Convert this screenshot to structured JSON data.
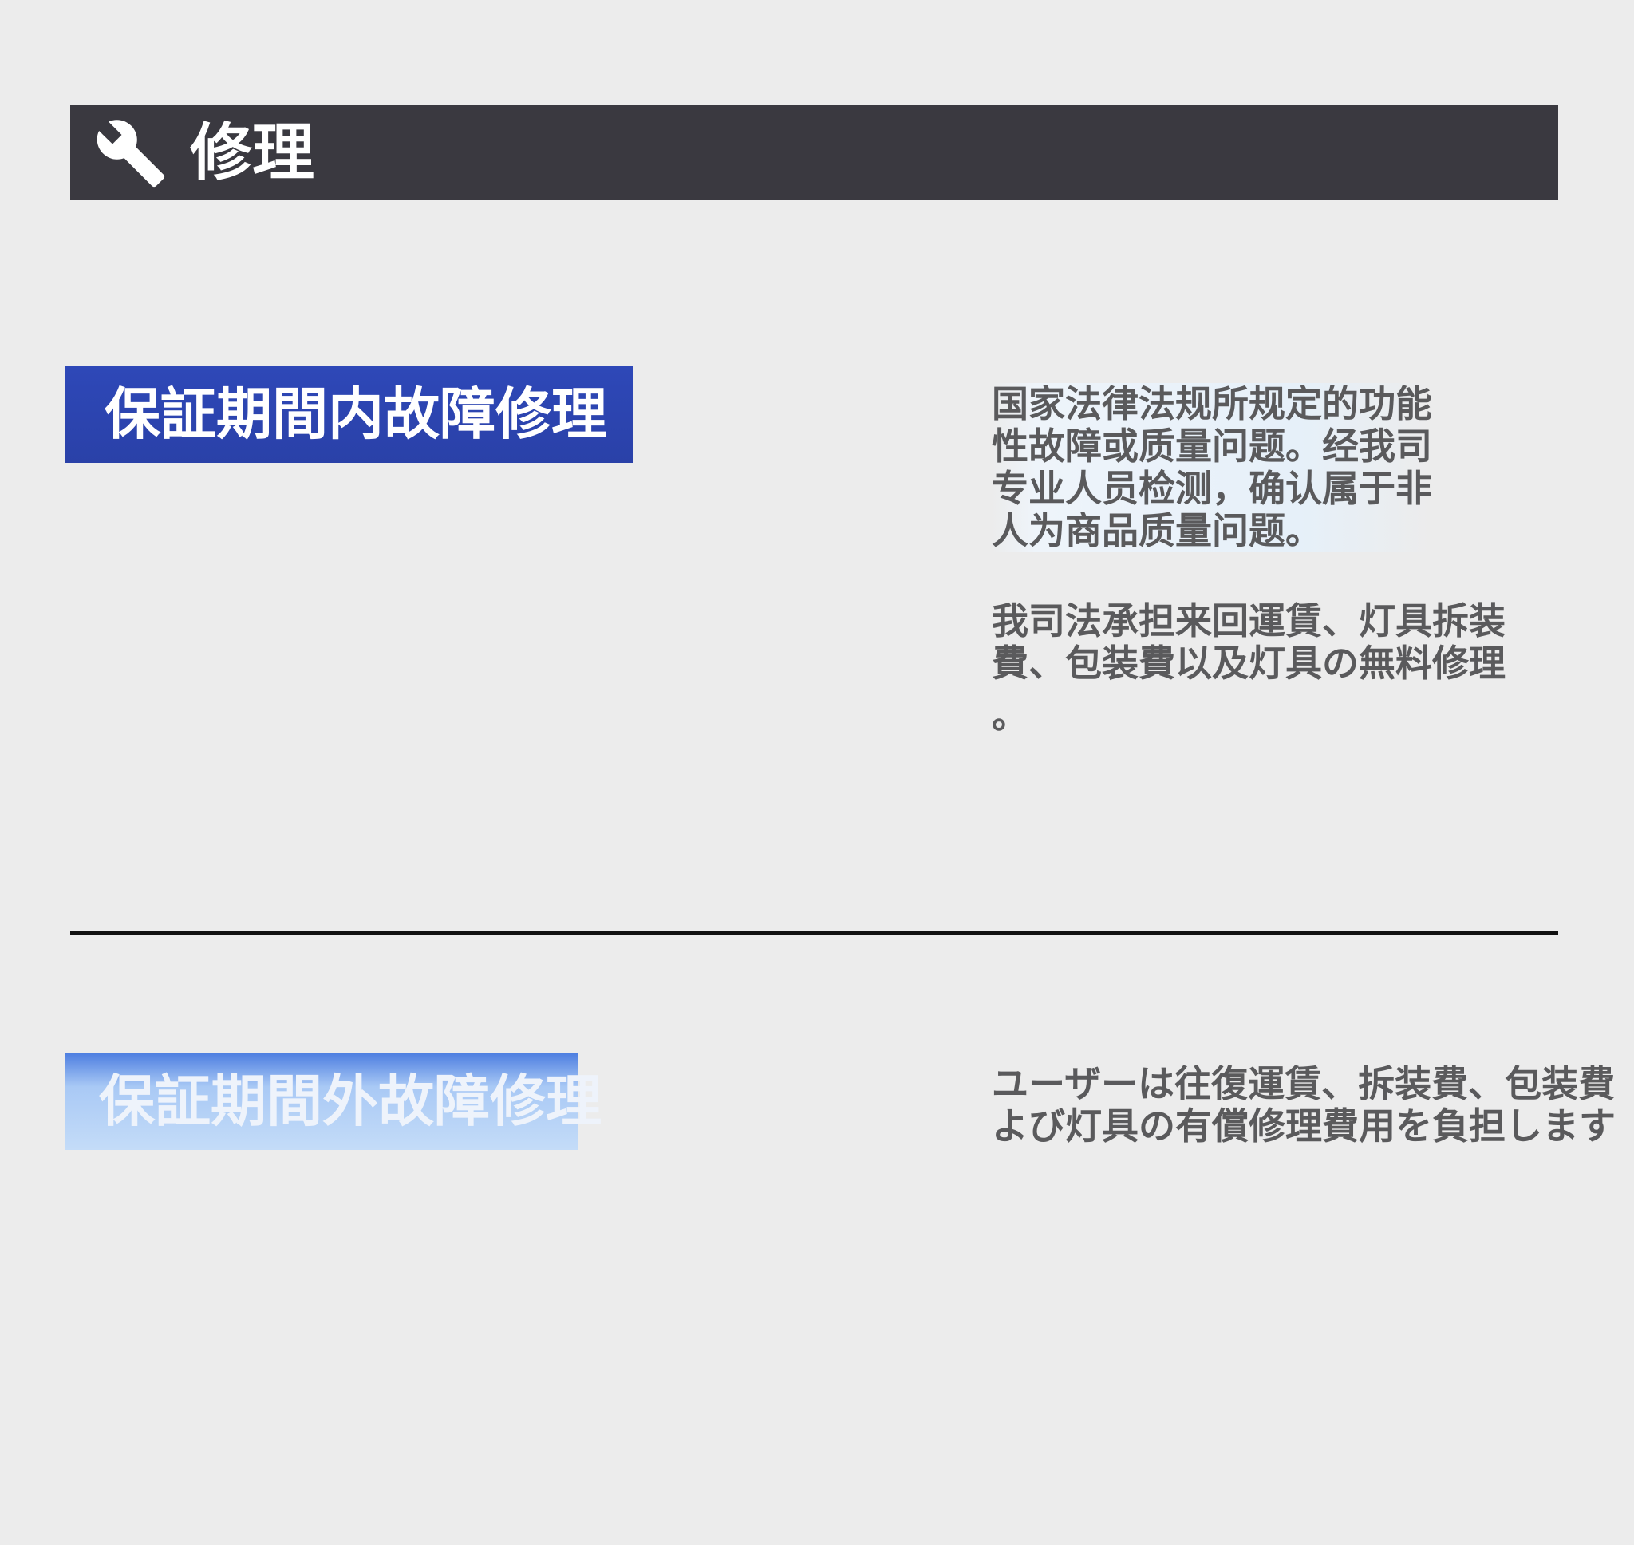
{
  "header": {
    "title": "修理",
    "icon": "wrench-icon"
  },
  "sections": [
    {
      "tag": "保証期間内故障修理",
      "paragraphs": [
        {
          "lines": [
            "国家法律法规所规定的功能",
            "性故障或质量问题。经我司",
            "专业人员检测，确认属于非",
            "人为商品质量问题。"
          ]
        },
        {
          "lines": [
            "我司法承担来回運賃、灯具拆装",
            "費、包装費以及灯具の無料修理",
            "。"
          ]
        }
      ]
    },
    {
      "tag": "保証期間外故障修理",
      "paragraphs": [
        {
          "lines": [
            "ユーザーは往復運賃、拆装費、包装費",
            "よび灯具の有償修理費用を負担します"
          ]
        }
      ]
    }
  ],
  "colors": {
    "header_bg": "#3a3940",
    "tag_in_warranty": "#2e48b8",
    "tag_out_warranty": "#a9c9f5",
    "text": "#5a5a5c"
  }
}
